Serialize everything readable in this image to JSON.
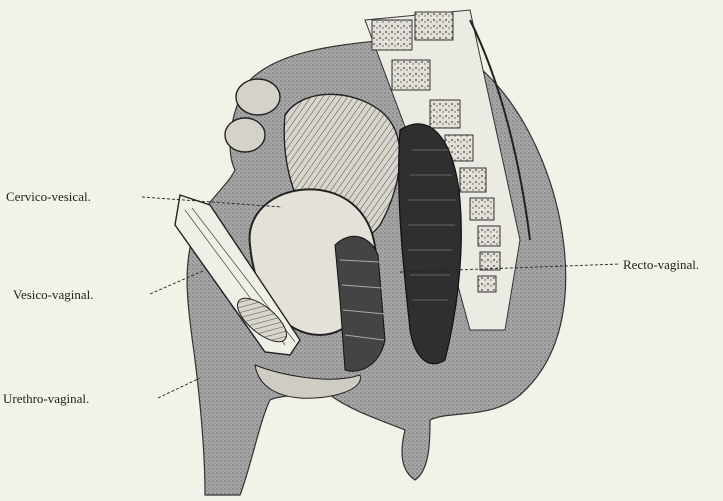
{
  "labels": {
    "cervico_vesical": "Cervico-vesical.",
    "vesico_vaginal": "Vesico-vaginal.",
    "urethro_vaginal": "Urethro-vaginal.",
    "recto_vaginal": "Recto-vaginal."
  },
  "colors": {
    "background": "#f3f2e8",
    "ink": "#222222",
    "shade_dark": "#6a6a6a",
    "shade_mid": "#9a9a9a",
    "shade_light": "#c8c8c8"
  }
}
